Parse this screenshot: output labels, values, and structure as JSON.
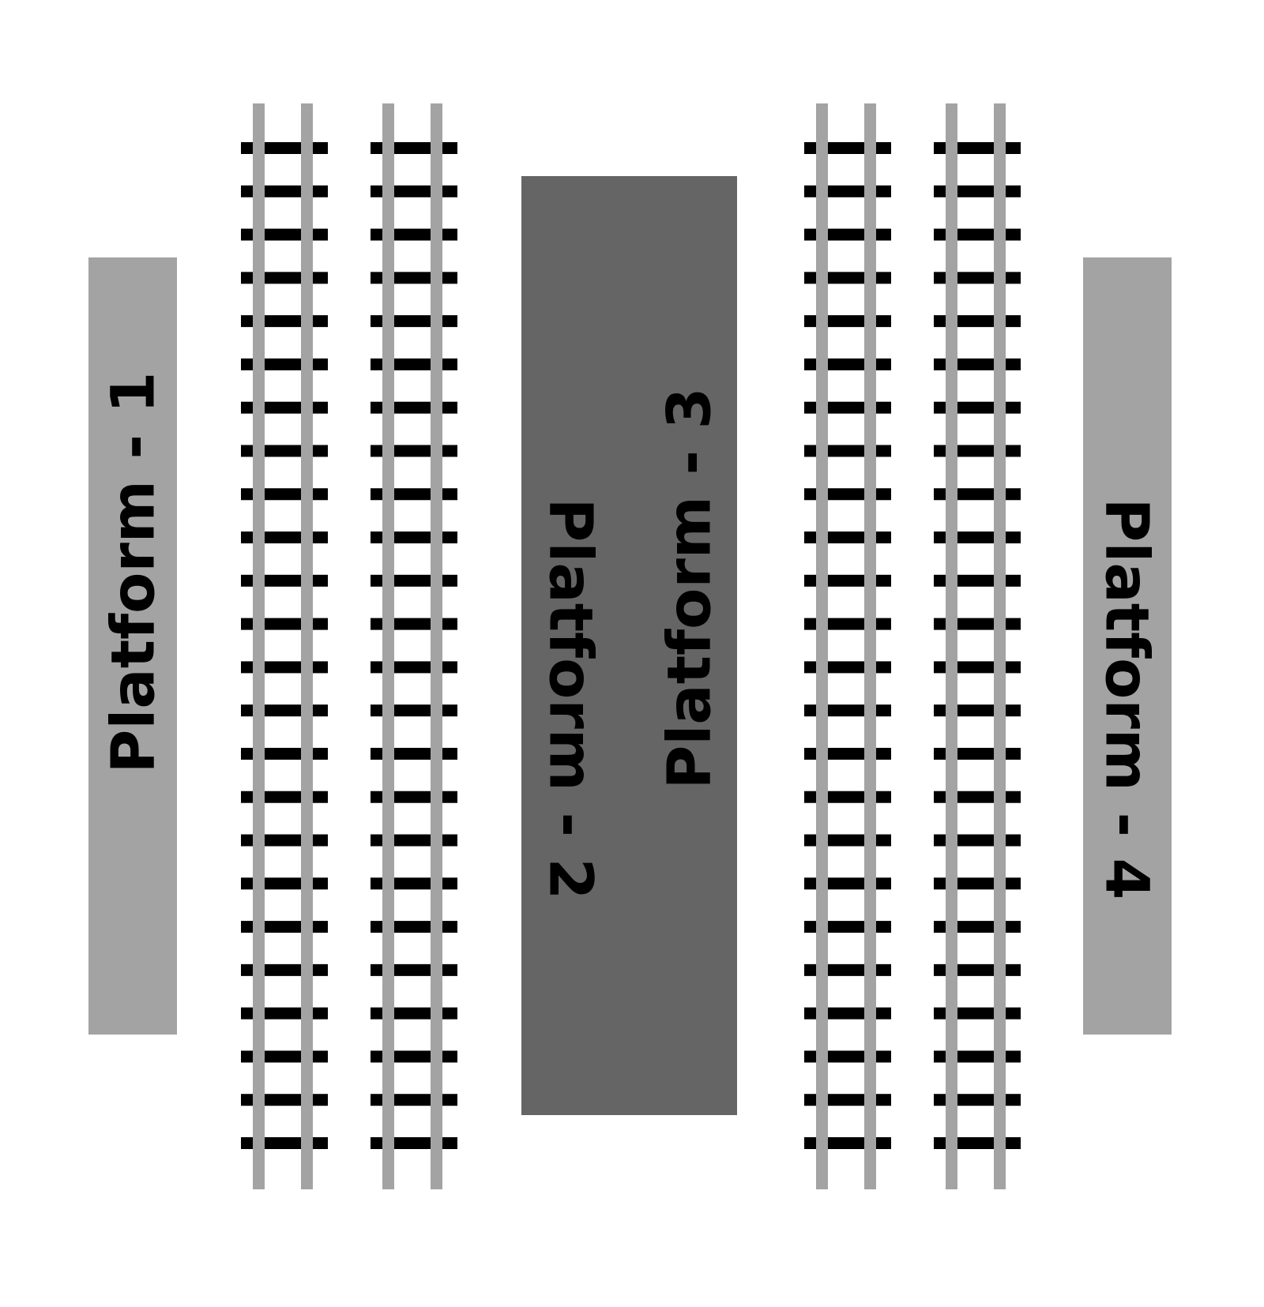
{
  "colors": {
    "background": "#ffffff",
    "platform_side": "#a3a3a3",
    "platform_island": "#656565",
    "rail": "#a3a3a3",
    "sleeper": "#000000",
    "label": "#000000"
  },
  "platforms": [
    {
      "label": "Platform - 1"
    },
    {
      "label": "Platform - 2"
    },
    {
      "label": "Platform - 3"
    },
    {
      "label": "Platform - 4"
    }
  ],
  "tracks": [
    {
      "sleepers": 24
    },
    {
      "sleepers": 24
    },
    {
      "sleepers": 24
    },
    {
      "sleepers": 24
    }
  ]
}
